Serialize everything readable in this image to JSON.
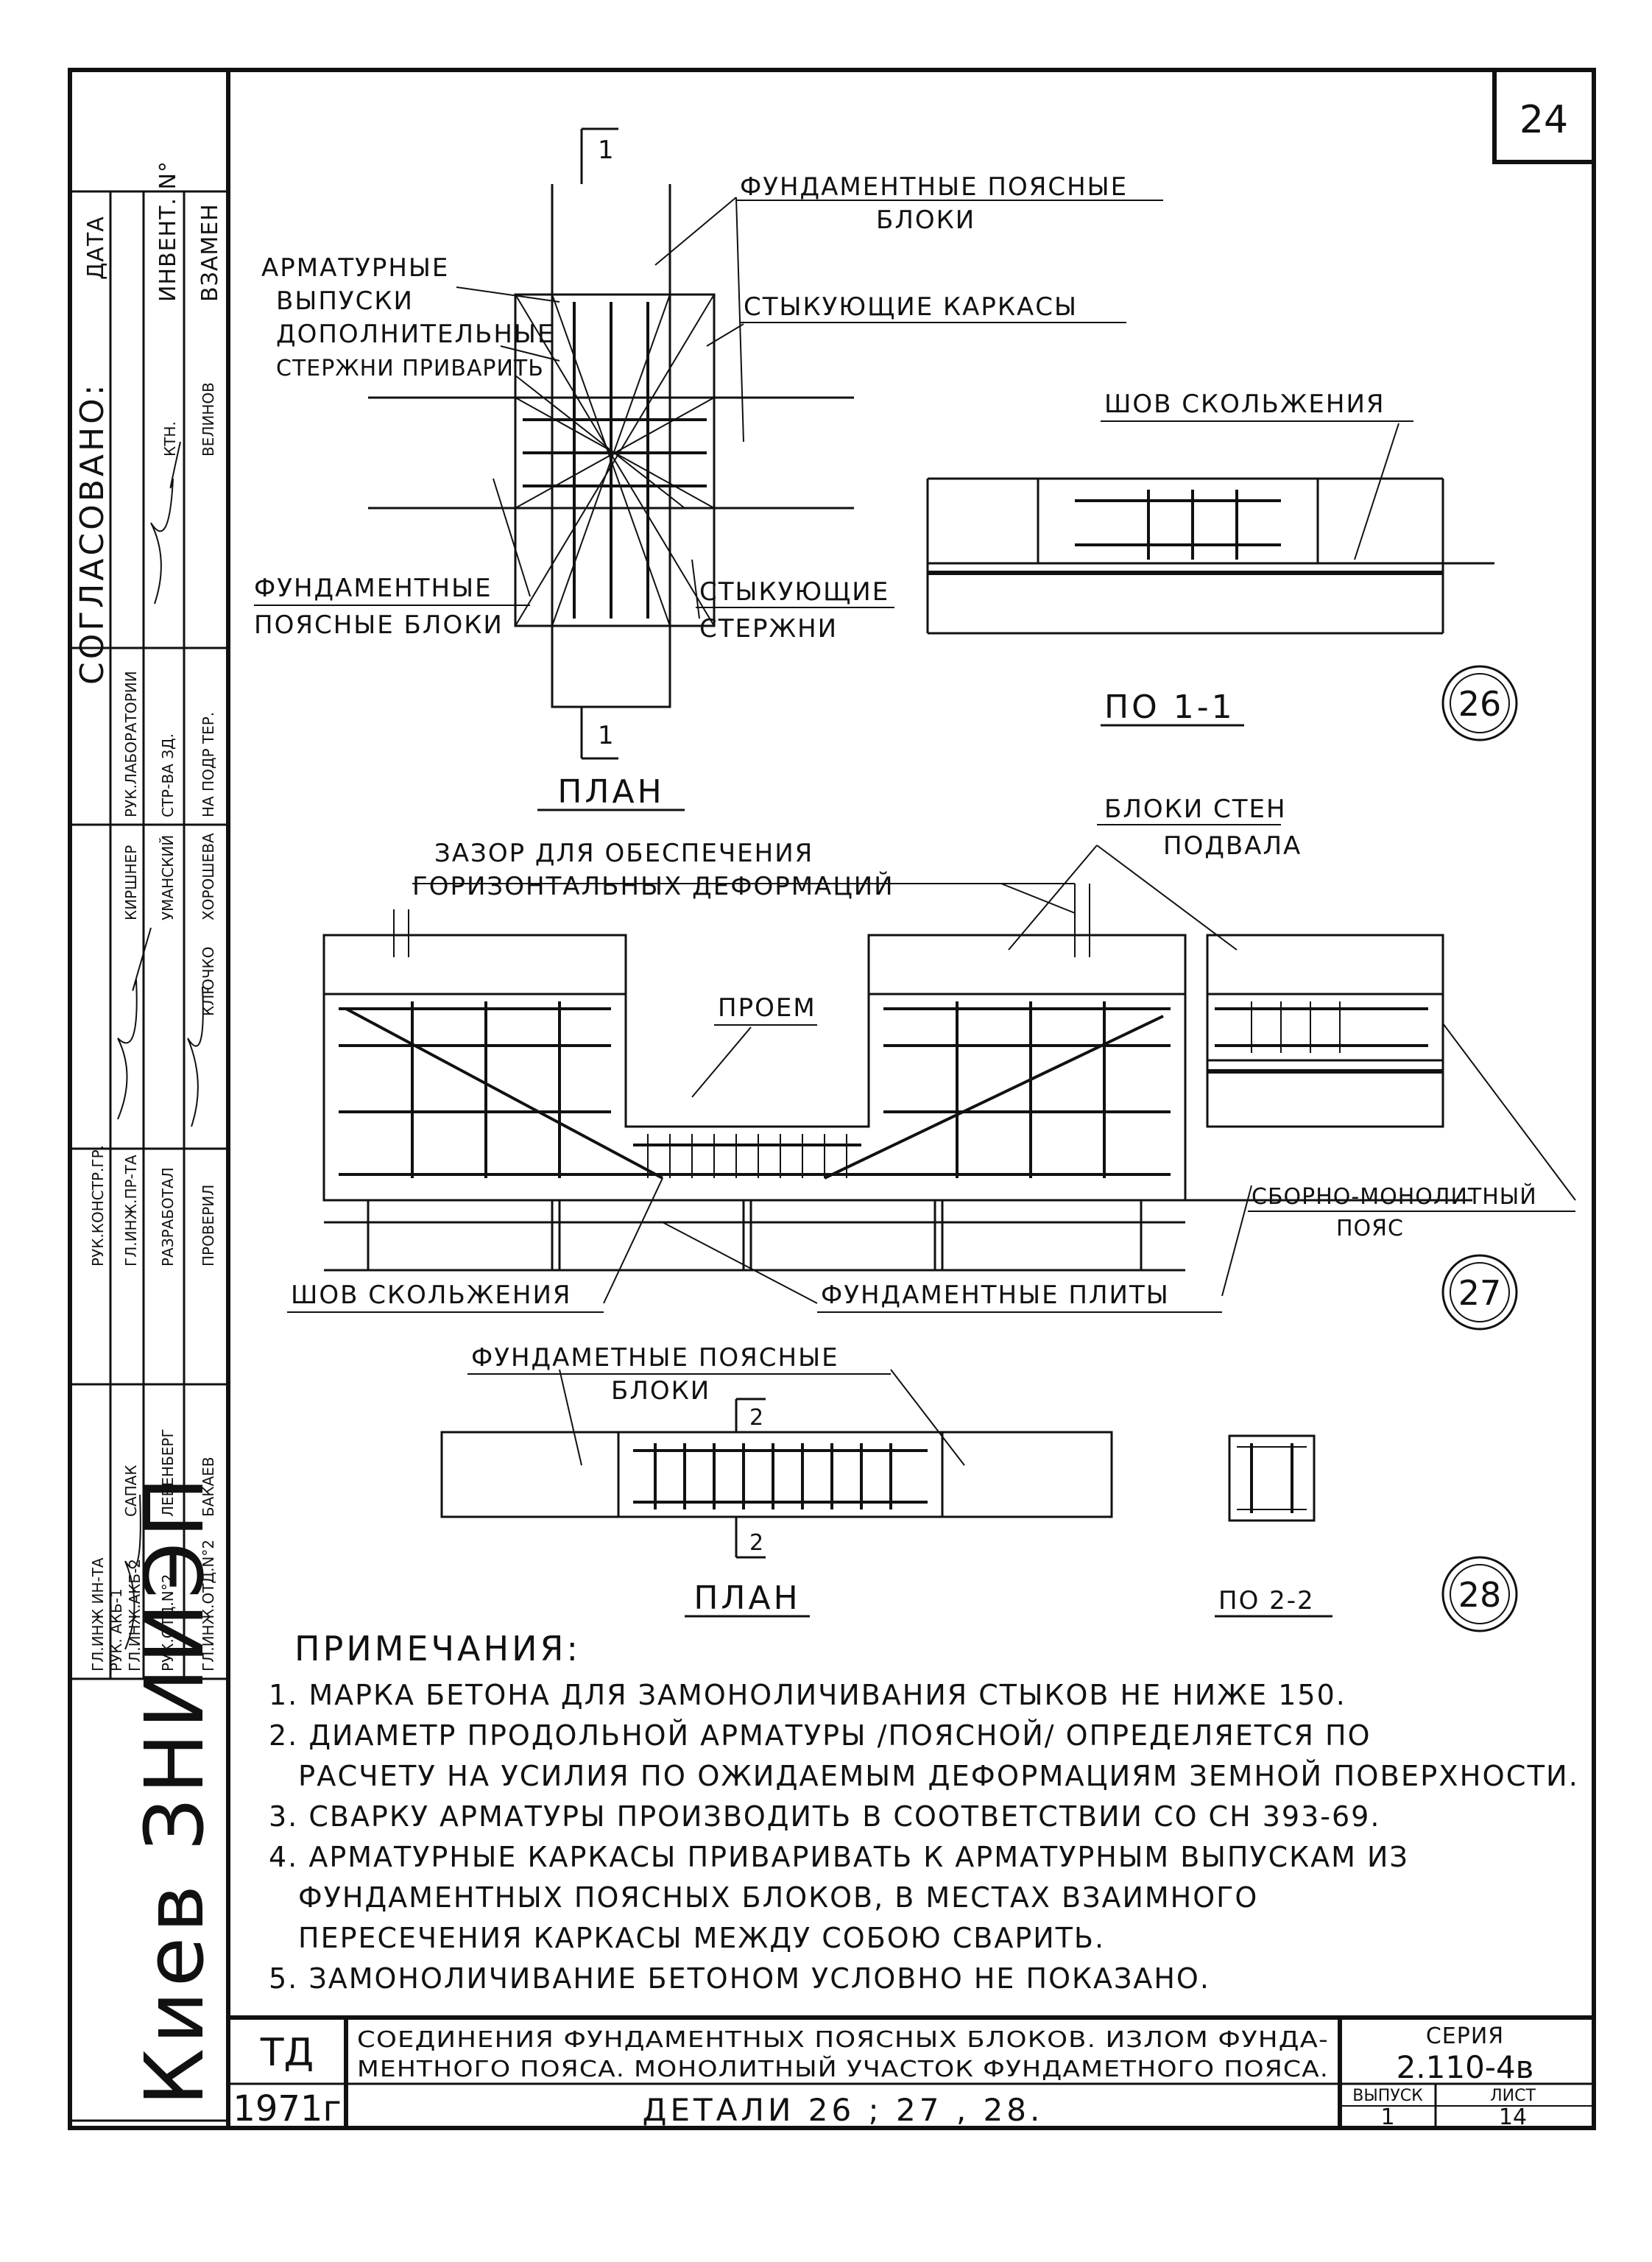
{
  "sheet_number": "24",
  "stamp_left": {
    "agreed_title": "СОГЛАСОВАНО:",
    "date_label": "ДАТА",
    "inventory_label": "ИНВЕНТ. N°",
    "instead_label": "ВЗАМЕН",
    "roles": [
      "РУК.ЛАБОРАТОРИИ",
      "СТР-ВА ЗД.",
      "НА ПОДР ТЕР.",
      "КТН.",
      "ВЕЛИНОВ"
    ],
    "names": [
      "КИРШНЕР",
      "УМАНСКИЙ",
      "ХОРОШЕВА",
      "КЛЮЧКО"
    ],
    "posts": [
      "РУК.КОНСТР.ГР.",
      "ГЛ.ИНЖ.ПР-ТА",
      "РАЗРАБОТАЛ",
      "ПРОВЕРИЛ"
    ],
    "names2": [
      "САПАК",
      "ЛЕВЕНБЕРГ",
      "БАКАЕВ"
    ],
    "posts2": [
      "ГЛ.ИНЖ ИН-ТА",
      "РУК. АКБ-1",
      "ГЛ.ИНЖ.АКБ-2",
      "РУК.ОТД.N°2",
      "ГЛ.ИНЖ.ОТД.N°2"
    ],
    "institute": "Киев ЗНИИЭП"
  },
  "detail26": {
    "label_foundation_blocks": "ФУНДАМЕНТНЫЕ ПОЯСНЫЕ",
    "label_foundation_blocks2": "БЛОКИ",
    "label_rebar_outlets": "АРМАТУРНЫЕ",
    "label_rebar_outlets2": "ВЫПУСКИ",
    "label_extra_bars": "ДОПОЛНИТЕЛЬНЫЕ",
    "label_extra_bars2": "СТЕРЖНИ ПРИВАРИТЬ",
    "label_joining_frames": "СТЫКУЮЩИЕ КАРКАСЫ",
    "label_foundation_belt": "ФУНДАМЕНТНЫЕ",
    "label_foundation_belt2": "ПОЯСНЫЕ БЛОКИ",
    "label_joining_bars": "СТЫКУЮЩИЕ",
    "label_joining_bars2": "СТЕРЖНИ",
    "section_mark": "1",
    "plan_title": "ПЛАН",
    "slide_seam": "ШОВ СКОЛЬЖЕНИЯ",
    "section_title": "ПО 1-1",
    "number": "26"
  },
  "detail27": {
    "gap_label": "ЗАЗОР ДЛЯ ОБЕСПЕЧЕНИЯ",
    "gap_label2": "ГОРИЗОНТАЛЬНЫХ ДЕФОРМАЦИЙ",
    "wall_blocks": "БЛОКИ СТЕН",
    "wall_blocks2": "ПОДВАЛА",
    "opening": "ПРОЕМ",
    "precast_belt": "СБОРНО-МОНОЛИТНЫЙ",
    "precast_belt2": "ПОЯС",
    "slide_seam": "ШОВ СКОЛЬЖЕНИЯ",
    "foundation_slabs": "ФУНДАМЕНТНЫЕ ПЛИТЫ",
    "number": "27"
  },
  "detail28": {
    "label": "ФУНДАМЕТНЫЕ ПОЯСНЫЕ",
    "label2": "БЛОКИ",
    "section_mark": "2",
    "plan_title": "ПЛАН",
    "section_title": "ПО 2-2",
    "number": "28"
  },
  "notes": {
    "title": "ПРИМЕЧАНИЯ:",
    "items": [
      "1. МАРКА БЕТОНА ДЛЯ ЗАМОНОЛИЧИВАНИЯ СТЫКОВ НЕ НИЖЕ 150.",
      "2. ДИАМЕТР ПРОДОЛЬНОЙ АРМАТУРЫ /ПОЯСНОЙ/ ОПРЕДЕЛЯЕТСЯ ПО",
      "РАСЧЕТУ НА УСИЛИЯ ПО ОЖИДАЕМЫМ ДЕФОРМАЦИЯМ ЗЕМНОЙ ПОВЕРХНОСТИ.",
      "3. СВАРКУ АРМАТУРЫ ПРОИЗВОДИТЬ В СООТВЕТСТВИИ СО СН 393-69.",
      "4. АРМАТУРНЫЕ КАРКАСЫ ПРИВАРИВАТЬ К АРМАТУРНЫМ ВЫПУСКАМ ИЗ",
      "ФУНДАМЕНТНЫХ ПОЯСНЫХ БЛОКОВ, В МЕСТАХ ВЗАИМНОГО",
      "ПЕРЕСЕЧЕНИЯ КАРКАСЫ МЕЖДУ СОБОЮ СВАРИТЬ.",
      "5. ЗАМОНОЛИЧИВАНИЕ БЕТОНОМ УСЛОВНО НЕ ПОКАЗАНО."
    ]
  },
  "title_block": {
    "td": "ТД",
    "year": "1971г",
    "description1": "СОЕДИНЕНИЯ ФУНДАМЕНТНЫХ ПОЯСНЫХ БЛОКОВ. ИЗЛОМ ФУНДА-",
    "description2": "МЕНТНОГО ПОЯСА. МОНОЛИТНЫЙ УЧАСТОК ФУНДАМЕТНОГО ПОЯСА.",
    "details": "ДЕТАЛИ 26 ; 27 , 28.",
    "series_label": "СЕРИЯ",
    "series_value": "2.110-4в",
    "issue_label": "ВЫПУСК",
    "issue_value": "1",
    "sheet_label": "ЛИСТ",
    "sheet_value": "14"
  }
}
